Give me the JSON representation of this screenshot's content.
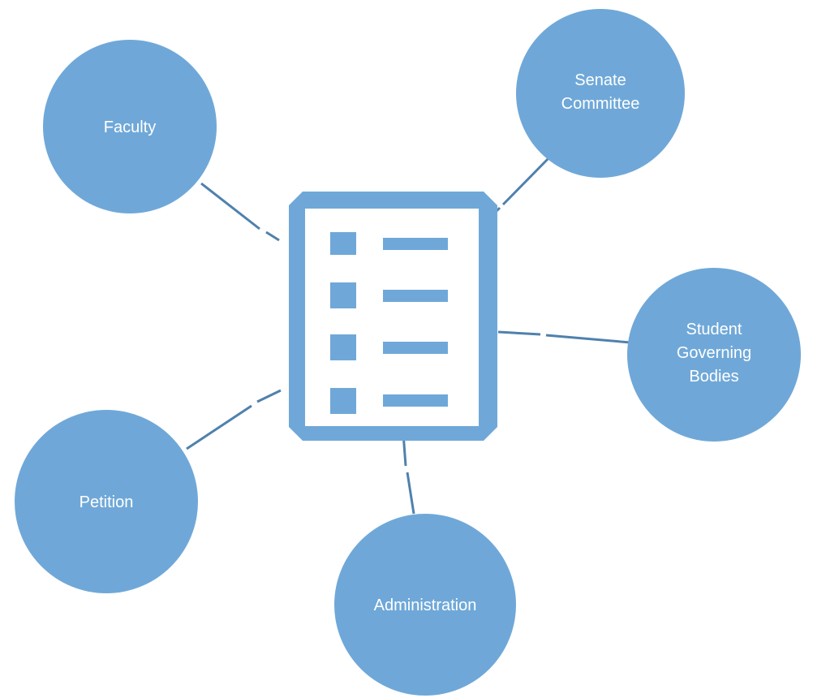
{
  "colors": {
    "node_fill": "#6fa8d8",
    "connector": "#4f81ad",
    "background": "#ffffff",
    "text": "#ffffff"
  },
  "center_icon": "checklist-document-icon",
  "nodes": [
    {
      "id": "faculty",
      "lines": [
        "Faculty"
      ]
    },
    {
      "id": "senate-committee",
      "lines": [
        "Senate",
        "Committee"
      ]
    },
    {
      "id": "student-governing-bodies",
      "lines": [
        "Student",
        "Governing",
        "Bodies"
      ]
    },
    {
      "id": "petition",
      "lines": [
        "Petition"
      ]
    },
    {
      "id": "administration",
      "lines": [
        "Administration"
      ]
    }
  ]
}
